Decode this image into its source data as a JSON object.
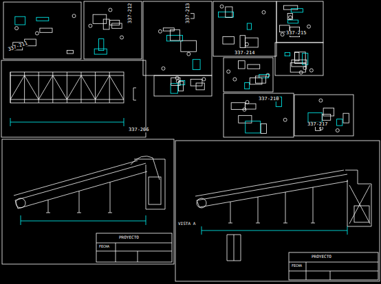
{
  "diagram": {
    "labels": [
      "337-211",
      "337-212",
      "337-213",
      "337-214",
      "337-215",
      "337-210",
      "337-217",
      "337-206",
      "PROYECTO",
      "FECHA",
      "PROYECTO",
      "FECHA",
      "VISTA A"
    ]
  }
}
